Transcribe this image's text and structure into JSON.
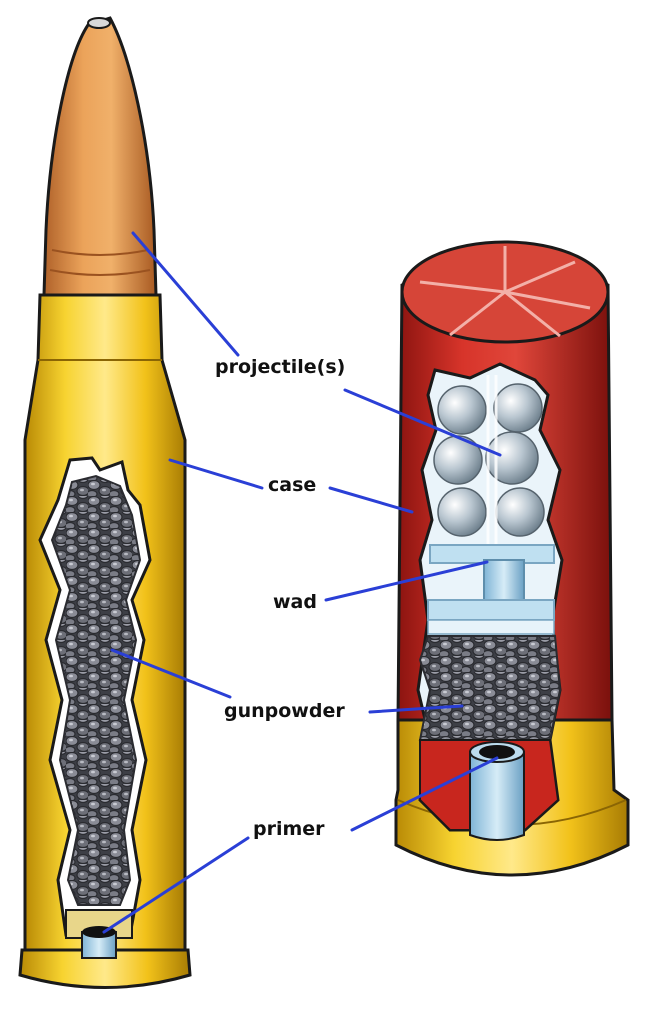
{
  "labels": {
    "projectile": "projectile(s)",
    "case": "case",
    "wad": "wad",
    "gunpowder": "gunpowder",
    "primer": "primer"
  },
  "colors": {
    "bullet_tip": "#d98a3a",
    "brass": "#f2c21a",
    "shell_red": "#c8261e",
    "powder": "#5f6068",
    "leader_line": "#2a3fd6"
  }
}
